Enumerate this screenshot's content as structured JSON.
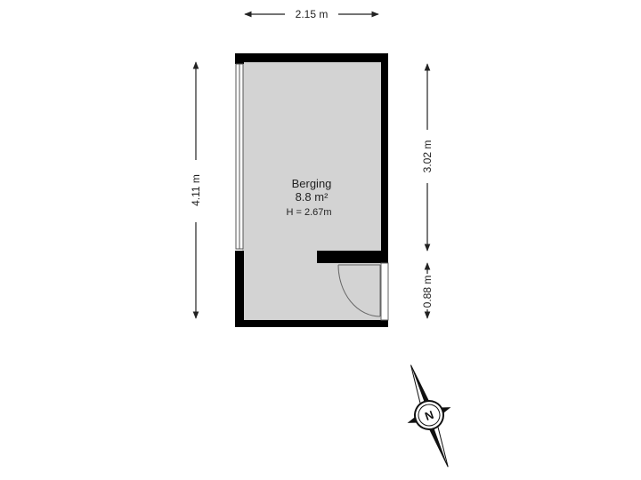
{
  "room": {
    "name": "Berging",
    "area": "8.8 m²",
    "height": "H = 2.67m"
  },
  "dimensions": {
    "top_width": "2.15 m",
    "left_height": "4.11 m",
    "right_upper": "3.02 m",
    "right_lower": "0.88 m"
  },
  "compass": {
    "north_label": "N"
  },
  "colors": {
    "wall": "#000000",
    "floor": "#d3d3d3",
    "line": "#222222"
  }
}
